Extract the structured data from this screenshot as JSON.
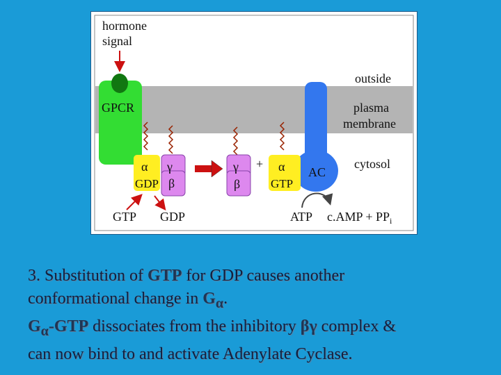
{
  "diagram": {
    "hormone_label_1": "hormone",
    "hormone_label_2": "signal",
    "outside_label": "outside",
    "plasma_label_1": "plasma",
    "plasma_label_2": "membrane",
    "gpcr_label": "GPCR",
    "cytosol_label": "cytosol",
    "ac_label": "AC",
    "alpha": "α",
    "gamma": "γ",
    "beta": "β",
    "gdp_on_alpha": "GDP",
    "gtp_on_alpha": "GTP",
    "plus": "+",
    "gtp_in": "GTP",
    "gdp_out": "GDP",
    "atp": "ATP",
    "camp": "c.AMP + PP",
    "pi_sub": "i",
    "colors": {
      "membrane": "#b4b4b4",
      "gpcr": "#33dd33",
      "gpcr_ligand": "#117711",
      "g_alpha": "#ffee22",
      "g_beta_gamma": "#dd88ee",
      "adenylate_cyclase": "#3377ee",
      "arrow_red": "#cc1111"
    }
  },
  "caption": {
    "l1_a": "3. Substitution of ",
    "l1_b": "GTP",
    "l1_c": " for GDP causes another",
    "l2_a": "conformational change in ",
    "l2_b": "G",
    "l2_b_sub": "α",
    "l2_c": ".",
    "l3_a": "G",
    "l3_a_sub": "α",
    "l3_b": "-GTP",
    "l3_c": " dissociates from the inhibitory ",
    "l3_d": "βγ",
    "l3_e": " complex &",
    "l4": "can now bind to and activate Adenylate Cyclase."
  }
}
